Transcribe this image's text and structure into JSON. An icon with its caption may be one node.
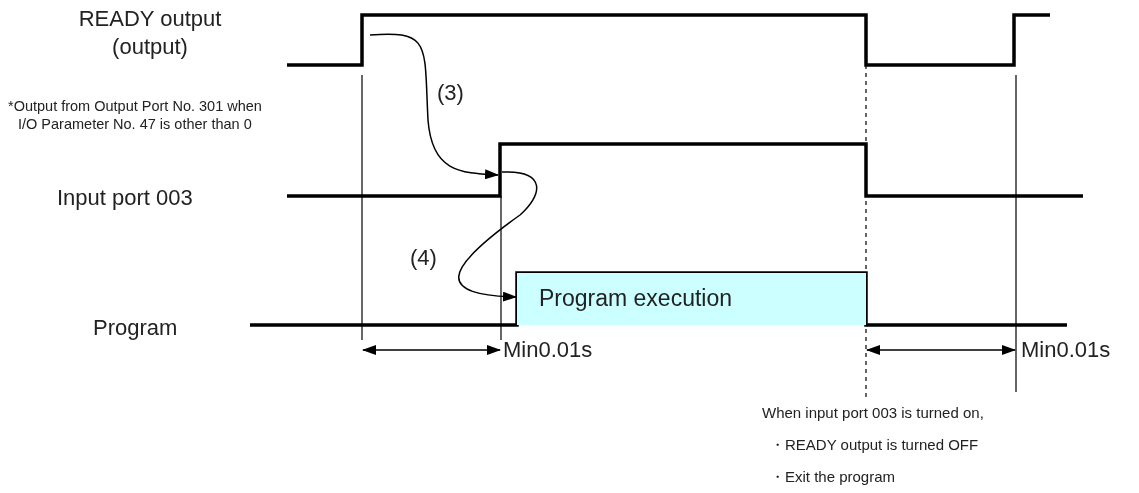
{
  "diagram": {
    "nodes": [
      {
        "text": [],
        "shape": "waveform"
      },
      {
        "text": [],
        "shape": "waveform"
      },
      {
        "text": [
          "Program execution"
        ]
      }
    ],
    "edges": [
      {
        "from": 0,
        "to": 1,
        "arrow": "to",
        "label": "(3)"
      },
      {
        "from": 1,
        "to": 2,
        "arrow": "to",
        "label": "(4)"
      }
    ],
    "labels": [
      "READY output (output)",
      "*Output from Output Port No. 301 when I/O Parameter No. 47 is other than 0",
      "Input port 003",
      "Program",
      "Min0.01s",
      "Min0.01s",
      "When input port 003 is turned on,",
      "・READY output is turned OFF",
      "・Exit the program"
    ]
  }
}
